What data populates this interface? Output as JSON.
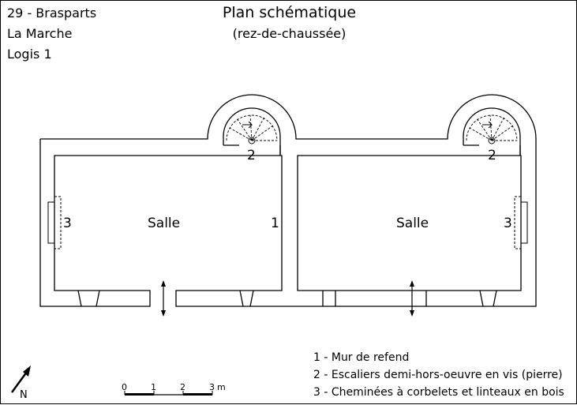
{
  "header": {
    "line1": "29 - Brasparts",
    "line2": "La Marche",
    "line3": "Logis 1"
  },
  "title": "Plan schématique",
  "subtitle": "(rez-de-chaussée)",
  "plan": {
    "room_left": "Salle",
    "room_right": "Salle",
    "mark_fireplace_left": "3",
    "mark_fireplace_right": "3",
    "mark_wall": "1",
    "mark_stair_left": "2",
    "mark_stair_right": "2"
  },
  "scale": {
    "ticks": [
      "0",
      "1",
      "2",
      "3"
    ],
    "unit": "m"
  },
  "north_label": "N",
  "legend": [
    "1 - Mur de refend",
    "2 - Escaliers demi-hors-oeuvre en vis (pierre)",
    "3 - Cheminées à corbelets et linteaux en bois"
  ],
  "colors": {
    "line": "#000000",
    "background": "#ffffff"
  }
}
